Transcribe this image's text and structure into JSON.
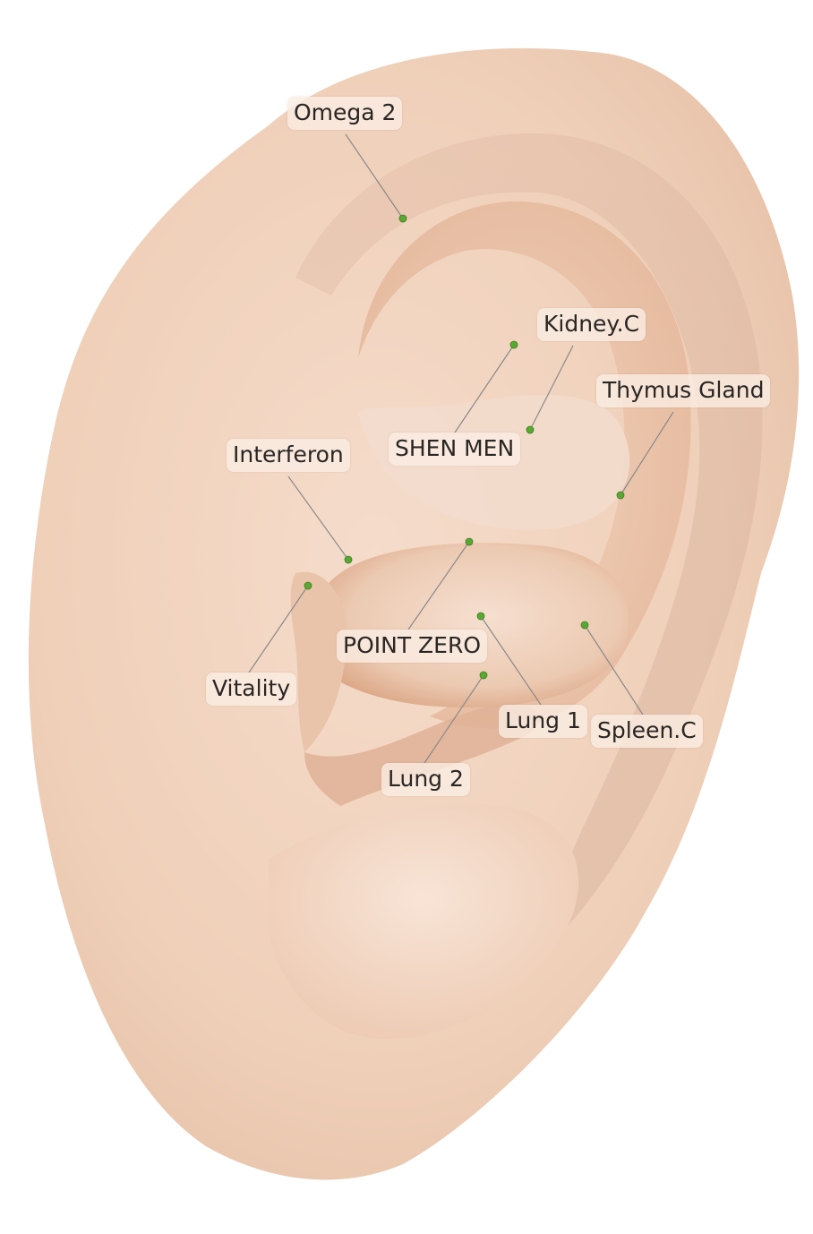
{
  "colors": {
    "skin_base": "#f1d3bd",
    "skin_shadow": "#d9a98a",
    "point_marker": "#5aa832",
    "leader_line": "#8a8a8a",
    "label_bg": "#faece2"
  },
  "points": [
    {
      "key": "omega-2",
      "label": "Omega 2"
    },
    {
      "key": "kidney-c",
      "label": "Kidney.C"
    },
    {
      "key": "thymus-gland",
      "label": "Thymus Gland"
    },
    {
      "key": "interferon",
      "label": "Interferon"
    },
    {
      "key": "shen-men",
      "label": "SHEN MEN"
    },
    {
      "key": "point-zero",
      "label": "POINT ZERO"
    },
    {
      "key": "vitality",
      "label": "Vitality"
    },
    {
      "key": "lung-1",
      "label": "Lung 1"
    },
    {
      "key": "spleen-c",
      "label": "Spleen.C"
    },
    {
      "key": "lung-2",
      "label": "Lung 2"
    }
  ]
}
